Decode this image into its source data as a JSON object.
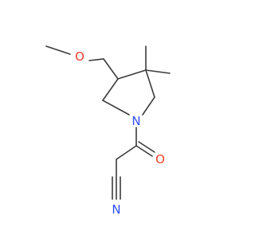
{
  "molecule": {
    "atoms": {
      "oxygen_methoxy": {
        "label": "O",
        "color": "#e8402a"
      },
      "nitrogen_ring": {
        "label": "N",
        "color": "#3050f8"
      },
      "oxygen_carbonyl": {
        "label": "O",
        "color": "#e8402a"
      },
      "nitrogen_nitrile": {
        "label": "N",
        "color": "#3050f8"
      }
    },
    "bond_color": "#3b3b3b"
  }
}
